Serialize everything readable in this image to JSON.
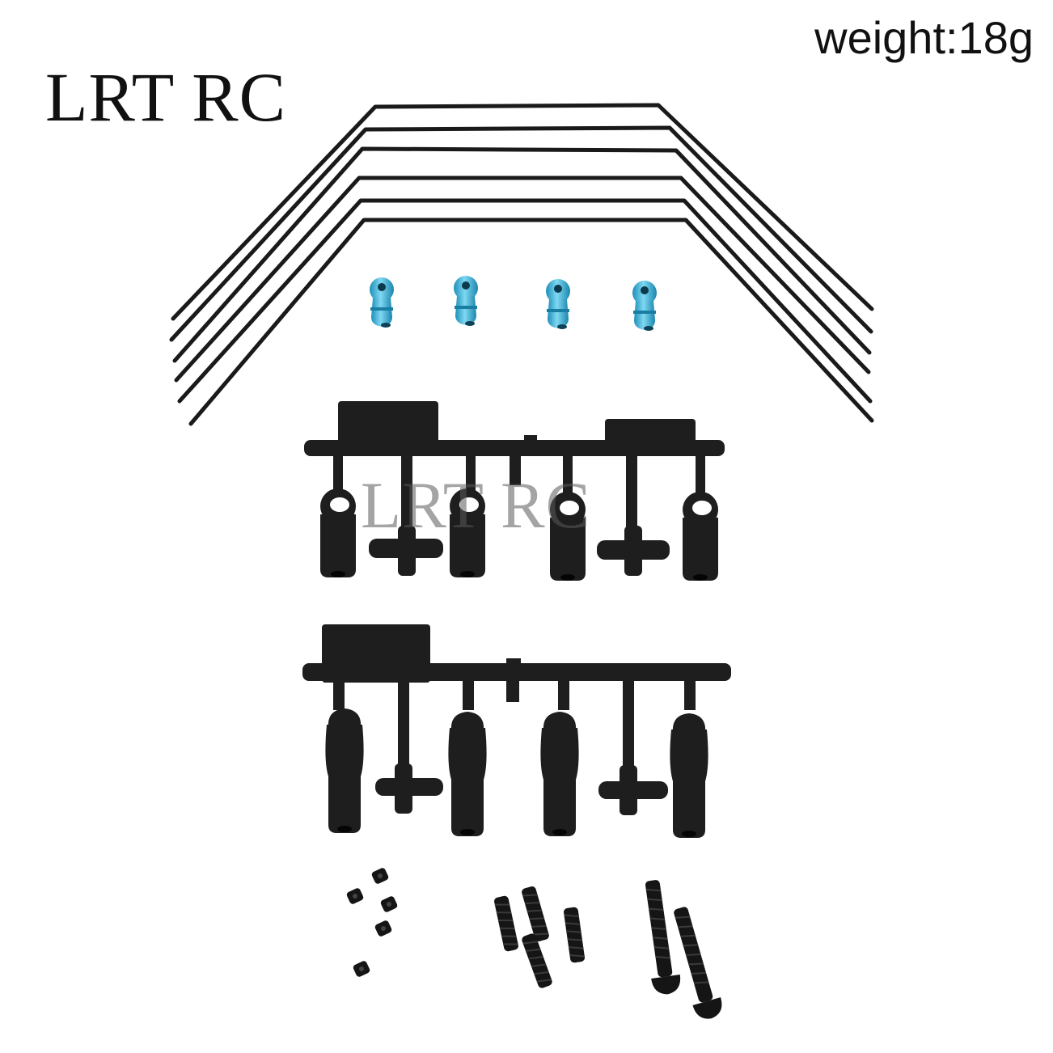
{
  "brand": "LRT RC",
  "weight_label": "weight:18g",
  "watermark": "LRT RC",
  "colors": {
    "background": "#ffffff",
    "wire": "#1a1a1a",
    "plastic": "#1e1e1e",
    "ball_stud": "#3ab4dc",
    "screw": "#151515"
  },
  "product_parts": {
    "sway_bar_wires": 6,
    "blue_ball_studs": 4,
    "plastic_part_trees": 2,
    "set_screws": 5,
    "grub_screws": 4,
    "button_head_screws": 2
  }
}
